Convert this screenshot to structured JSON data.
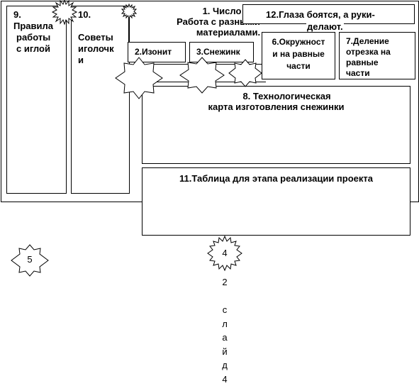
{
  "blocks": {
    "b9": {
      "lines": [
        "9.",
        "Правила",
        "работы",
        "с иглой"
      ]
    },
    "b10": {
      "lines": [
        "10.",
        "",
        "Советы",
        "иголочк",
        "и"
      ]
    },
    "b1": {
      "lines": [
        "1.  Число",
        "Работа  с разными",
        "материалами."
      ]
    },
    "b12": {
      "text": "12.Глаза боятся, а руки-",
      "text2": "делают."
    },
    "b2": {
      "text": "2.Изонит"
    },
    "b3": {
      "text": "3.Снежинк"
    },
    "b6": {
      "lines": [
        "6.Окружност",
        "и на равные",
        "части"
      ]
    },
    "b7": {
      "lines": [
        "7.Деление",
        "отрезка на",
        "равные",
        "части"
      ]
    },
    "b8": {
      "lines": [
        "8. Технологическая",
        "карта изготовления снежинки"
      ]
    },
    "b11": {
      "text": "11.Таблица для этапа реализации проекта"
    }
  },
  "badges": {
    "five": "5",
    "four": "4"
  },
  "vertical_text": [
    "2",
    "",
    "с",
    "л",
    "а",
    "й",
    "д",
    "4"
  ]
}
